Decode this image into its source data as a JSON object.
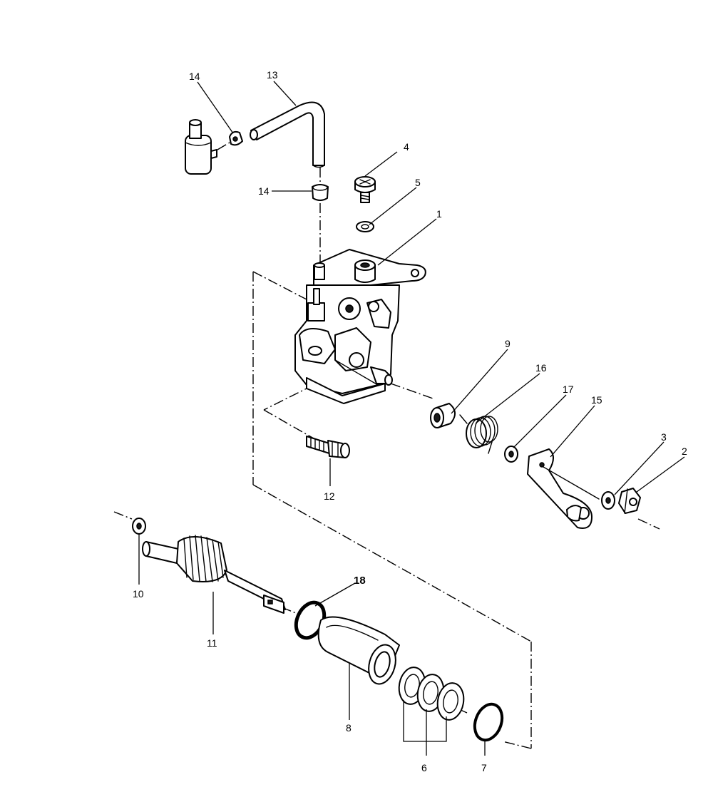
{
  "diagram": {
    "callouts": [
      {
        "id": "c1",
        "label": "1"
      },
      {
        "id": "c2",
        "label": "2"
      },
      {
        "id": "c3",
        "label": "3"
      },
      {
        "id": "c4",
        "label": "4"
      },
      {
        "id": "c5",
        "label": "5"
      },
      {
        "id": "c6",
        "label": "6"
      },
      {
        "id": "c7",
        "label": "7"
      },
      {
        "id": "c8",
        "label": "8"
      },
      {
        "id": "c9",
        "label": "9"
      },
      {
        "id": "c10",
        "label": "10"
      },
      {
        "id": "c11",
        "label": "11"
      },
      {
        "id": "c12",
        "label": "12"
      },
      {
        "id": "c13",
        "label": "13"
      },
      {
        "id": "c14a",
        "label": "14"
      },
      {
        "id": "c14b",
        "label": "14"
      },
      {
        "id": "c15",
        "label": "15"
      },
      {
        "id": "c16",
        "label": "16"
      },
      {
        "id": "c17",
        "label": "17"
      },
      {
        "id": "c18",
        "label": "18"
      }
    ]
  }
}
